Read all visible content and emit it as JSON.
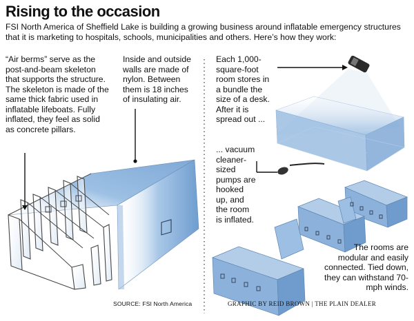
{
  "title": "Rising to the occasion",
  "intro": "FSI North America of Sheffield Lake is building a growing business around inflatable emergency structures that it is marketing to hospitals, schools, municipalities and others. Here’s how they work:",
  "captions": {
    "air_berms": "“Air berms” serve as the post-and-beam skeleton that supports the structure. The skeleton is made of the same thick fabric used in inflatable lifeboats. Fully inflated, they feel as solid as concrete pillars.",
    "walls": "Inside and outside walls are made of nylon. Between them is 18 inches of insulating air.",
    "bundle": "Each 1,000-square-foot room stores in a bundle the size of a desk. After it is spread out ...",
    "pumps": "... vacuum cleaner-sized pumps are hooked up, and the room is inflated.",
    "modular": "The rooms are modular and easily connected. Tied down, they can withstand 70-mph winds."
  },
  "source": "SOURCE: FSI North America",
  "credit": "GRAPHIC BY REID BROWN | THE PLAIN DEALER",
  "colors": {
    "shelter": "#7fa9d6",
    "shelter_dark": "#5f8fc2",
    "line": "#111111"
  }
}
